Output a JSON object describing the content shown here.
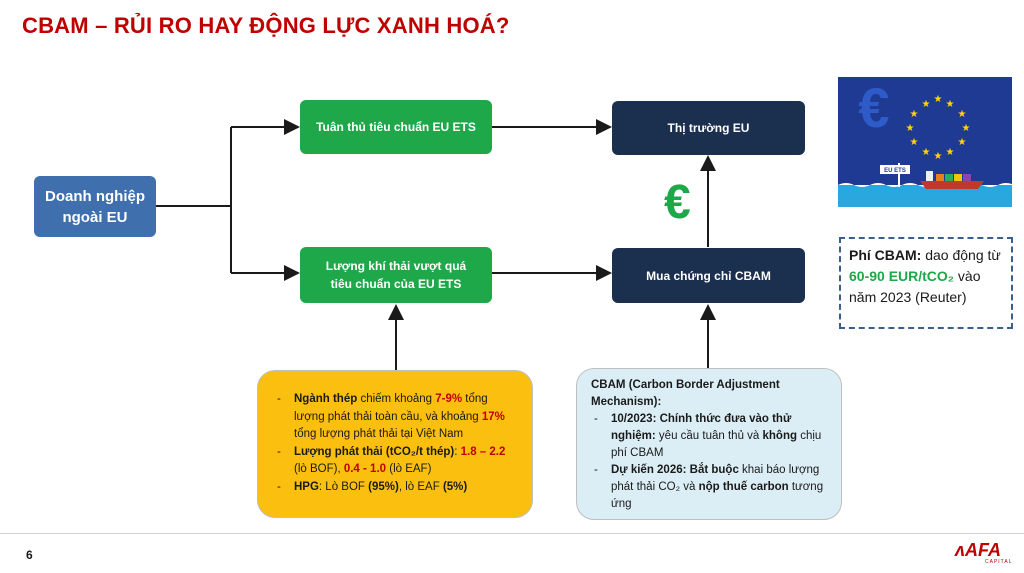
{
  "title": "CBAM – RỦI RO HAY ĐỘNG LỰC XANH HOÁ?",
  "diagram": {
    "company": "Doanh nghiệp\nngoài EU",
    "comply": "Tuân thủ tiêu chuẩn EU ETS",
    "exceed": "Lượng khí thải vượt quá\ntiêu chuẩn của EU ETS",
    "market": "Thị trường EU",
    "buy": "Mua chứng chỉ CBAM",
    "euro_symbol": "€"
  },
  "steel_note": {
    "item1_bold": "Ngành thép",
    "item1_text1": " chiếm khoảng ",
    "item1_pct1": "7-9%",
    "item1_text2": " tổng lượng phát thải toàn cầu, và khoảng ",
    "item1_pct2": "17%",
    "item1_text3": " tổng lượng phát thải tại Việt Nam",
    "item2_bold": "Lượng phát thải (tCO₂/t thép)",
    "item2_colon": ": ",
    "item2_val1": "1.8 – 2.2",
    "item2_text1": " (lò BOF), ",
    "item2_val2": "0.4 - 1.0",
    "item2_text2": " (lò EAF)",
    "item3_bold1": "HPG",
    "item3_text1": ": Lò BOF ",
    "item3_bold2": "(95%)",
    "item3_text2": ", lò EAF ",
    "item3_bold3": "(5%)"
  },
  "cbam_note": {
    "heading": "CBAM (Carbon Border Adjustment Mechanism):",
    "item1_bold": "10/2023: Chính thức đưa vào thử nghiệm:",
    "item1_text1": " yêu cầu tuân thủ và ",
    "item1_bold2": "không",
    "item1_text2": " chịu phí CBAM",
    "item2_bold": "Dự kiến 2026: Bắt buộc",
    "item2_text1": " khai báo lượng phát thải CO₂ và ",
    "item2_bold2": "nộp thuế carbon",
    "item2_text2": " tương ứng"
  },
  "fee_box": {
    "label": "Phí CBAM:",
    "text1": " dao động từ ",
    "range": "60-90 EUR/tCO₂",
    "text2": " vào năm 2023 (Reuter)"
  },
  "image": {
    "sign_text": "EU ETS",
    "colors": {
      "sky": "#1f3a93",
      "sea": "#29a8e0",
      "star": "#ffd200"
    }
  },
  "footer": {
    "page_number": "6",
    "logo": "ʌAFA",
    "logo_sub": "CAPITAL"
  }
}
